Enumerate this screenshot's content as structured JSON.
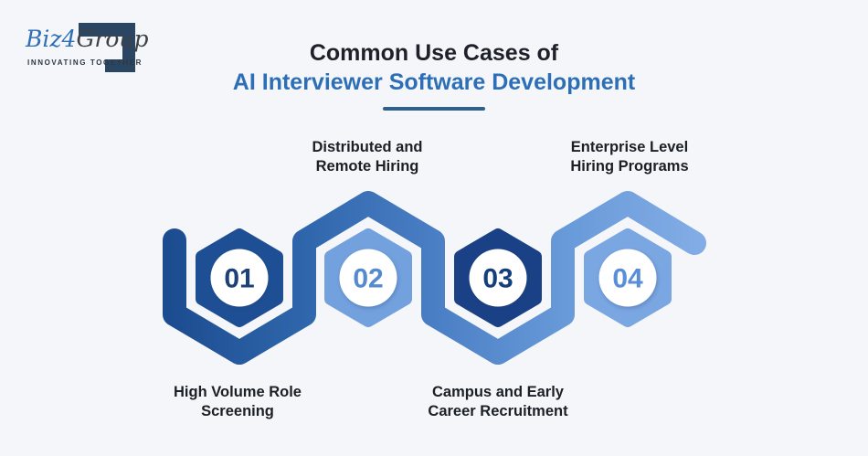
{
  "page": {
    "background_color": "#f4f6f9"
  },
  "logo": {
    "brand_prefix": "Biz",
    "brand_digit": "4",
    "brand_suffix": "Group",
    "tagline": "INNOVATING TOGETHER",
    "bracket_color": "#2b4663",
    "prefix_color": "#2e6fb5",
    "suffix_color": "#3d4247"
  },
  "header": {
    "title_line1": "Common Use Cases of",
    "title_line2": "AI Interviewer Software Development",
    "title_line1_color": "#1d2129",
    "title_line2_color": "#2d6fb6",
    "divider_color": "#2f618f"
  },
  "diagram": {
    "ribbon_gradient": {
      "start": "#1c4b8f",
      "q1": "#2e65aa",
      "mid": "#4a7ec4",
      "q3": "#689ad9",
      "end": "#82ace5"
    },
    "circle_color": "#ffffff",
    "label_color": "#1b1f26",
    "steps": [
      {
        "number": "01",
        "hex_color": "#1e4f94",
        "number_color": "#1c4078",
        "label_line1": "High Volume Role",
        "label_line2": "Screening",
        "label_position": "below"
      },
      {
        "number": "02",
        "hex_color": "#73a1de",
        "number_color": "#5589d0",
        "label_line1": "Distributed and",
        "label_line2": "Remote Hiring",
        "label_position": "above"
      },
      {
        "number": "03",
        "hex_color": "#1a4186",
        "number_color": "#163e7c",
        "label_line1": "Campus and Early",
        "label_line2": "Career Recruitment",
        "label_position": "below"
      },
      {
        "number": "04",
        "hex_color": "#7aa6e1",
        "number_color": "#5a8ed8",
        "label_line1": "Enterprise Level",
        "label_line2": "Hiring Programs",
        "label_position": "above"
      }
    ]
  }
}
